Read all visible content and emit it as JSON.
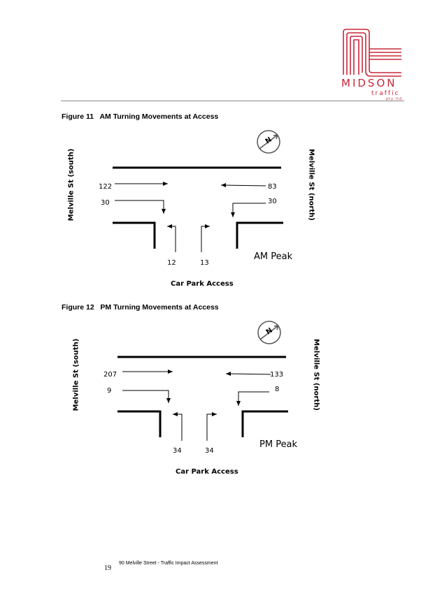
{
  "header": {
    "logo_word": "MIDSON",
    "logo_sub": "traffic",
    "logo_sub2": "pty ltd",
    "brand_color": "#c8283a"
  },
  "figures": [
    {
      "caption": "Figure 11   AM Turning Movements at Access",
      "street_left": "Melville St (south)",
      "street_right": "Melville St (north)",
      "north_label": "N",
      "access_label": "Car Park Access",
      "peak_label": "AM Peak",
      "movements": {
        "south_through": "122",
        "south_left": "30",
        "north_through": "83",
        "north_right": "30",
        "access_right": "12",
        "access_left": "13"
      }
    },
    {
      "caption": "Figure 12   PM Turning Movements at Access",
      "street_left": "Melville St (south)",
      "street_right": "Melville St (north)",
      "north_label": "N",
      "access_label": "Car Park Access",
      "peak_label": "PM Peak",
      "movements": {
        "south_through": "207",
        "south_left": "9",
        "north_through": "133",
        "north_right": "8",
        "access_right": "34",
        "access_left": "34"
      }
    }
  ],
  "footer": {
    "page_number": "19",
    "doc_title": "90 Melville Street - Traffic Impact Assessment"
  }
}
